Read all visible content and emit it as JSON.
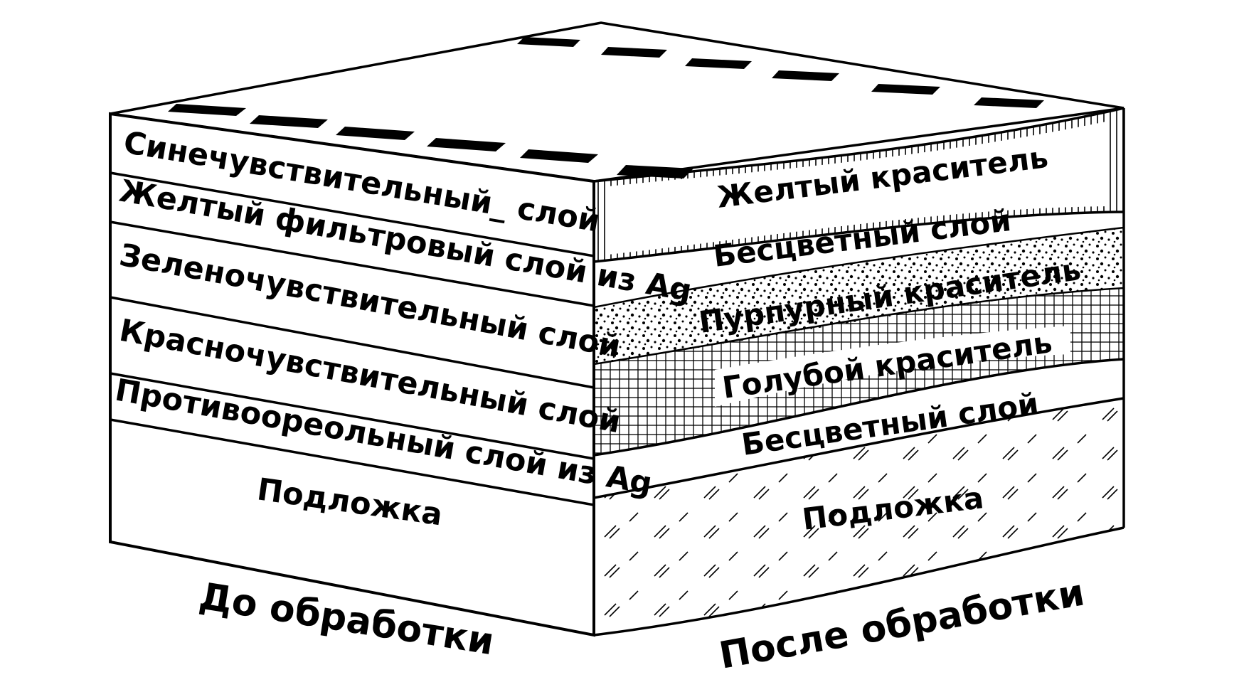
{
  "before": {
    "layers": [
      "Синечувствительный_ слой",
      "Желтый фильтровый слой из Ag",
      "Зеленочувствительный слой",
      "Красночувствительный слой",
      "Противоореольный слой из Ag",
      "Подложка"
    ],
    "caption": "До обработки"
  },
  "after": {
    "layers": [
      "Желтый краситель",
      "Бесцветный слой",
      "Пурпурный краситель",
      "Голубой краситель",
      "Бесцветный слой",
      "Подложка"
    ],
    "caption": "После обработки"
  }
}
